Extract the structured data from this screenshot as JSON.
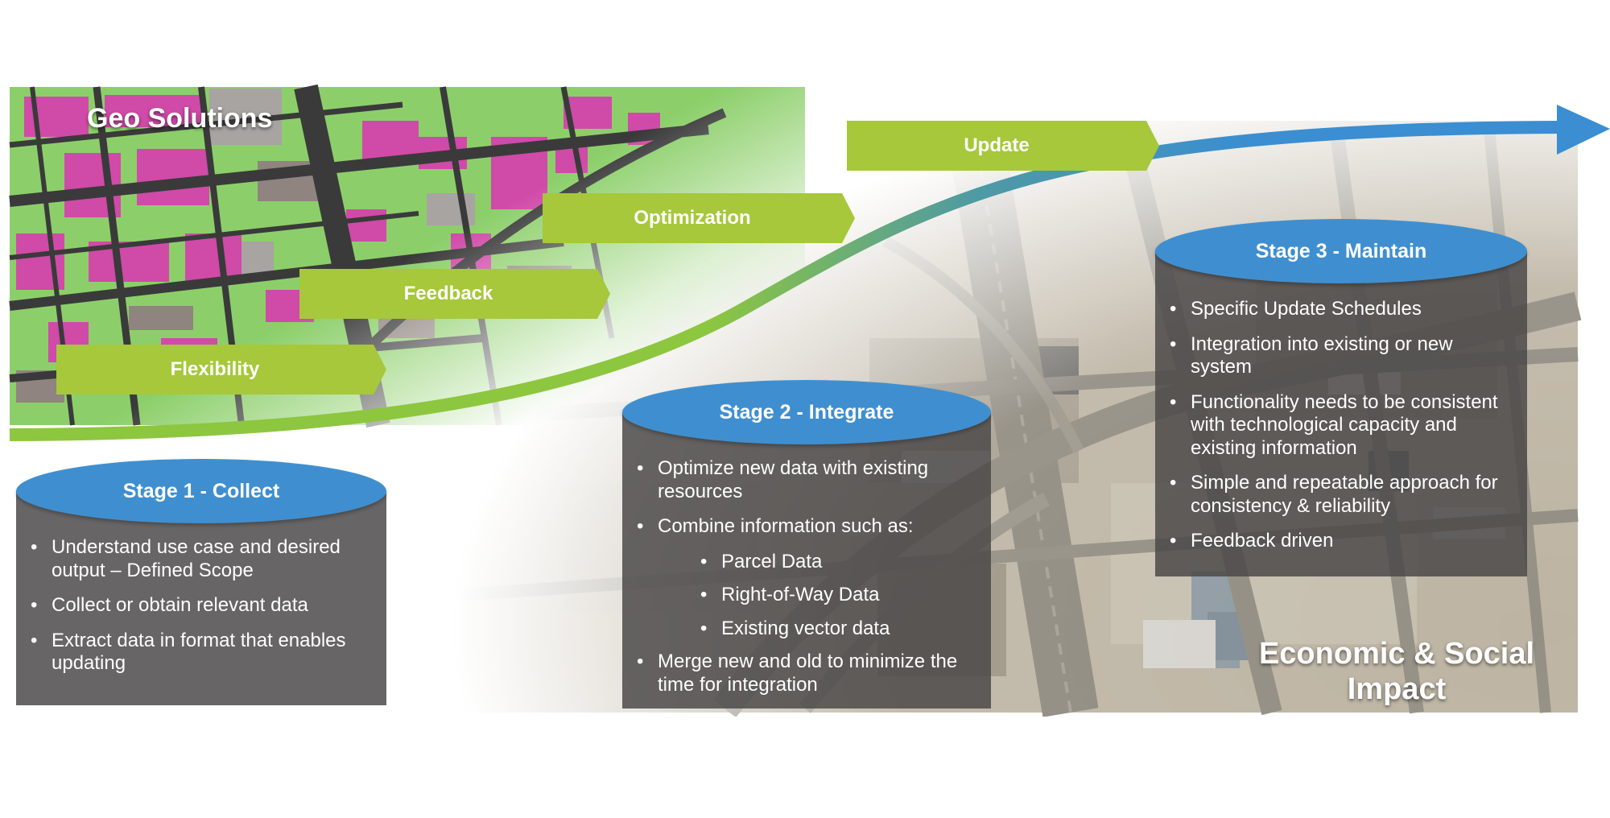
{
  "geo_title": "Geo Solutions",
  "impact_title": "Economic & Social Impact",
  "steps": [
    "Flexibility",
    "Feedback",
    "Optimization",
    "Update"
  ],
  "stages": [
    {
      "title": "Stage 1 - Collect",
      "bullets": [
        "Understand use case and desired output – Defined Scope",
        "Collect or obtain relevant data",
        "Extract data in format that enables updating"
      ]
    },
    {
      "title": "Stage 2 - Integrate",
      "bullets": [
        "Optimize new data with existing resources",
        "Combine information such as:",
        "Merge new and old to minimize the time for integration"
      ],
      "sub_bullets": [
        "Parcel Data",
        "Right-of-Way Data",
        "Existing vector data"
      ]
    },
    {
      "title": "Stage 3 - Maintain",
      "bullets": [
        "Specific Update Schedules",
        "Integration into existing or new system",
        "Functionality needs to be consistent with technological capacity and existing information",
        "Simple and repeatable approach for consistency & reliability",
        "Feedback driven"
      ]
    }
  ],
  "colors": {
    "step_green": "#a6c83a",
    "stage_blue": "#3f8fd0",
    "stage_body": "#4a4848",
    "curve_start": "#8dc63f",
    "curve_end": "#3a8ed1",
    "map_magenta": "#d04aa8",
    "map_green": "#8ccf6a"
  }
}
